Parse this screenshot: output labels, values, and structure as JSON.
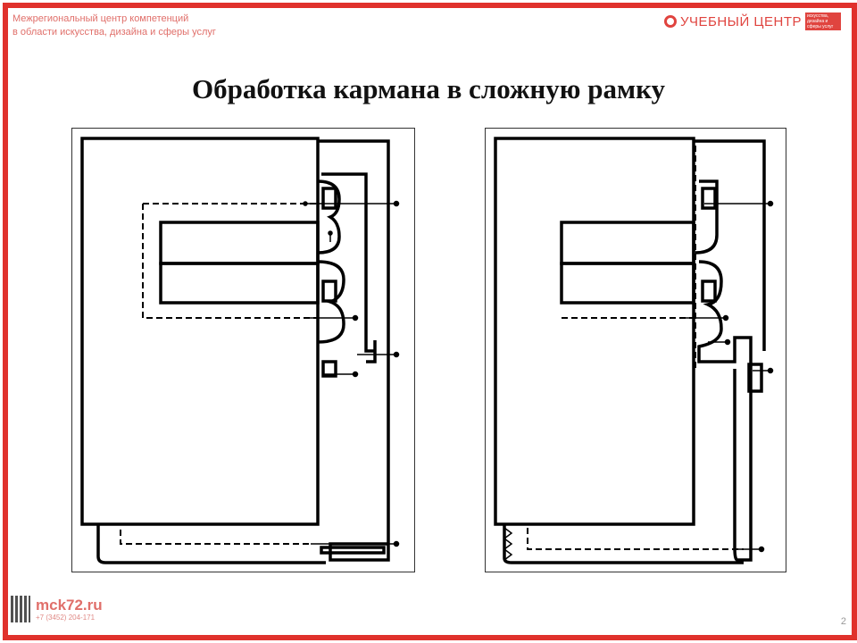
{
  "header": {
    "org_line1": "Межрегиональный центр компетенций",
    "org_line2": "в области искусства, дизайна и сферы услуг",
    "brand_name": "УЧЕБНЫЙ ЦЕНТР",
    "brand_tagline": "искусства, дизайна и сферы услуг"
  },
  "slide": {
    "title": "Обработка кармана в сложную  рамку",
    "page_number": "2"
  },
  "footer": {
    "site": "mck72.ru",
    "phone": "+7 (3452) 204-171"
  },
  "colors": {
    "accent": "#e0312c"
  }
}
